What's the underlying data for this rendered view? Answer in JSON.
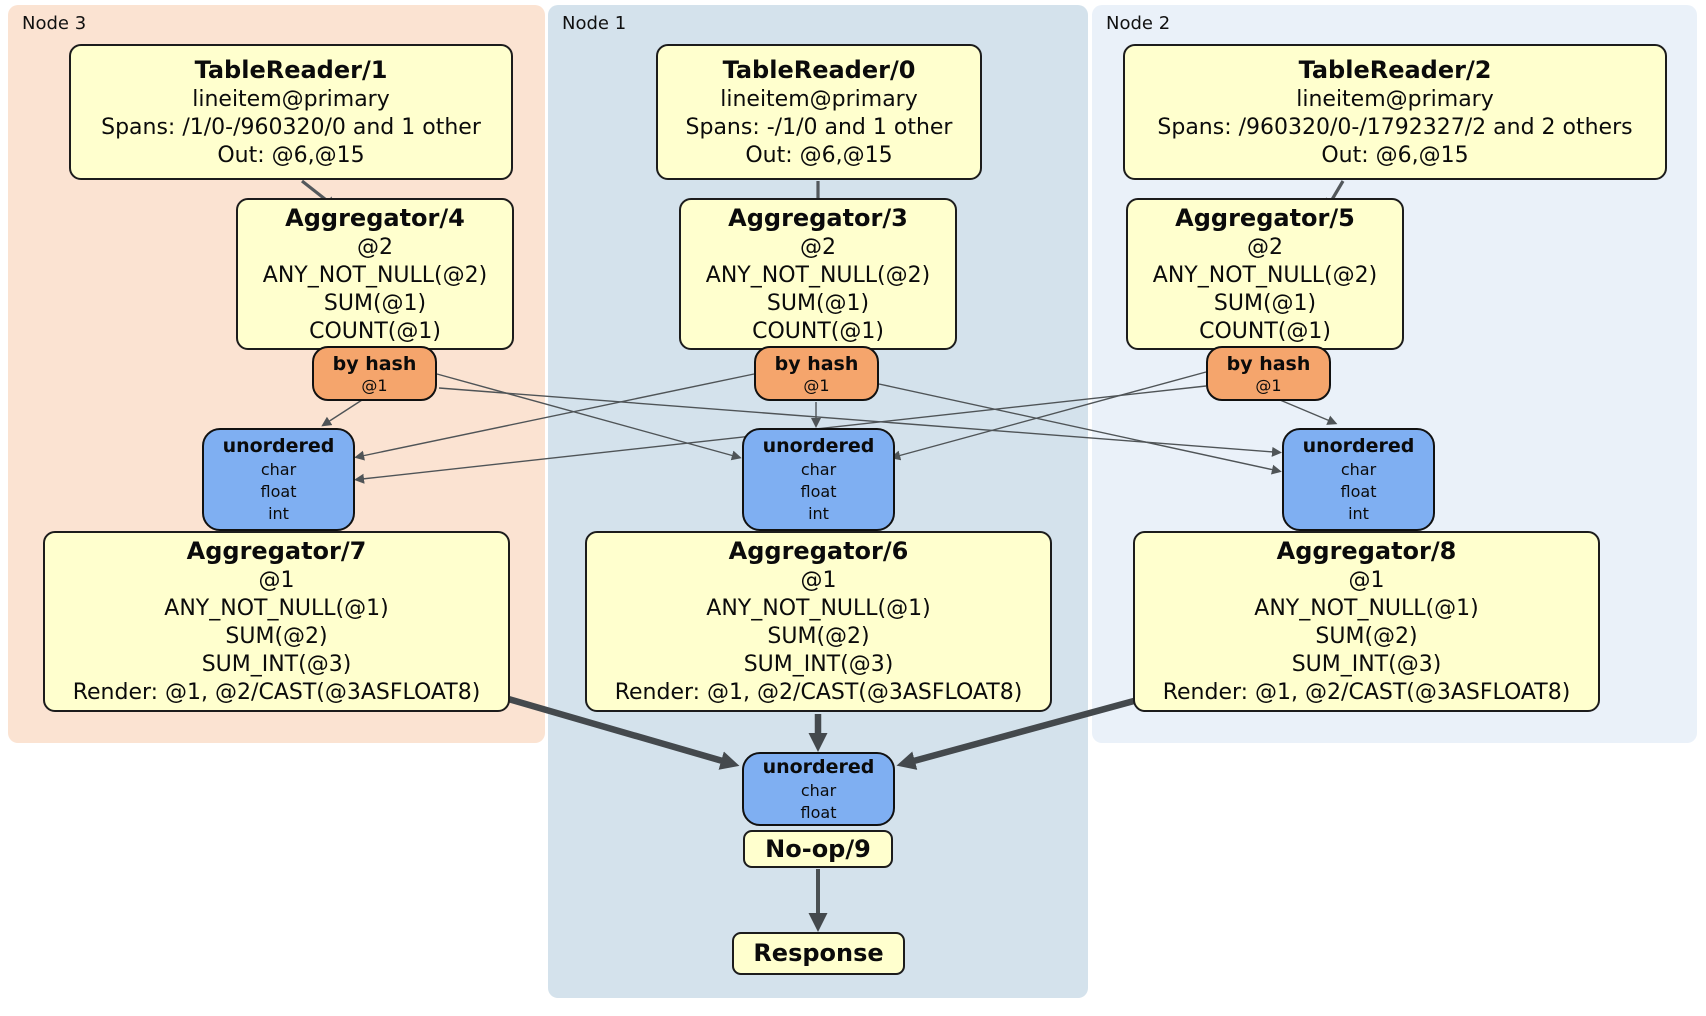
{
  "regions": {
    "node3": {
      "label": "Node 3"
    },
    "node1": {
      "label": "Node 1"
    },
    "node2": {
      "label": "Node 2"
    }
  },
  "processors": {
    "tablereader1": {
      "title": "TableReader/1",
      "lines": [
        "lineitem@primary",
        "Spans: /1/0-/960320/0 and 1 other",
        "Out: @6,@15"
      ]
    },
    "tablereader0": {
      "title": "TableReader/0",
      "lines": [
        "lineitem@primary",
        "Spans: -/1/0 and 1 other",
        "Out: @6,@15"
      ]
    },
    "tablereader2": {
      "title": "TableReader/2",
      "lines": [
        "lineitem@primary",
        "Spans: /960320/0-/1792327/2 and 2 others",
        "Out: @6,@15"
      ]
    },
    "aggregator4": {
      "title": "Aggregator/4",
      "lines": [
        "@2",
        "ANY_NOT_NULL(@2)",
        "SUM(@1)",
        "COUNT(@1)"
      ]
    },
    "aggregator3": {
      "title": "Aggregator/3",
      "lines": [
        "@2",
        "ANY_NOT_NULL(@2)",
        "SUM(@1)",
        "COUNT(@1)"
      ]
    },
    "aggregator5": {
      "title": "Aggregator/5",
      "lines": [
        "@2",
        "ANY_NOT_NULL(@2)",
        "SUM(@1)",
        "COUNT(@1)"
      ]
    },
    "aggregator7": {
      "title": "Aggregator/7",
      "lines": [
        "@1",
        "ANY_NOT_NULL(@1)",
        "SUM(@2)",
        "SUM_INT(@3)",
        "Render: @1, @2/CAST(@3ASFLOAT8)"
      ]
    },
    "aggregator6": {
      "title": "Aggregator/6",
      "lines": [
        "@1",
        "ANY_NOT_NULL(@1)",
        "SUM(@2)",
        "SUM_INT(@3)",
        "Render: @1, @2/CAST(@3ASFLOAT8)"
      ]
    },
    "aggregator8": {
      "title": "Aggregator/8",
      "lines": [
        "@1",
        "ANY_NOT_NULL(@1)",
        "SUM(@2)",
        "SUM_INT(@3)",
        "Render: @1, @2/CAST(@3ASFLOAT8)"
      ]
    },
    "noop9": {
      "title": "No-op/9"
    },
    "response": {
      "title": "Response"
    }
  },
  "routers": {
    "byhash_node3": {
      "title": "by hash",
      "detail": "@1"
    },
    "byhash_node1": {
      "title": "by hash",
      "detail": "@1"
    },
    "byhash_node2": {
      "title": "by hash",
      "detail": "@1"
    }
  },
  "syncs": {
    "unordered_node3": {
      "title": "unordered",
      "items": [
        "char",
        "float",
        "int"
      ]
    },
    "unordered_node1": {
      "title": "unordered",
      "items": [
        "char",
        "float",
        "int"
      ]
    },
    "unordered_node2": {
      "title": "unordered",
      "items": [
        "char",
        "float",
        "int"
      ]
    },
    "unordered_final": {
      "title": "unordered",
      "items": [
        "char",
        "float"
      ]
    }
  },
  "colors": {
    "region_node3_bg": "#FBE3D2",
    "region_node1_bg": "#D4E2EC",
    "region_node2_bg": "#EAF1F9",
    "processor_fill": "#FFFFCE",
    "router_fill": "#F5A56C",
    "sync_fill": "#7FAFF2",
    "edge_color": "#44494d"
  }
}
